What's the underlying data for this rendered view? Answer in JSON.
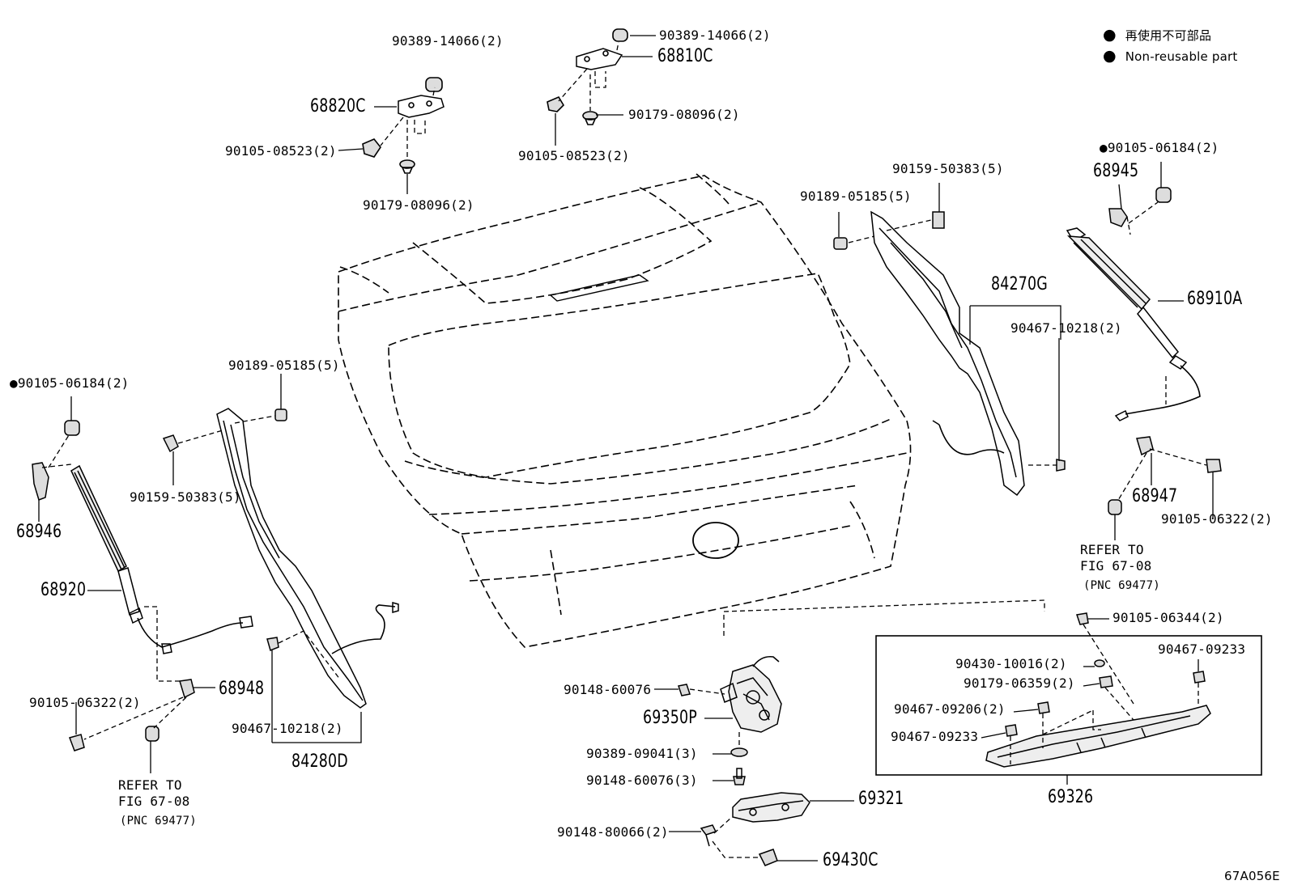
{
  "legend": {
    "symbol": "●",
    "line_jp": "再使用不可部品",
    "line_en": "Non-reusable part"
  },
  "figure_code": "67A056E",
  "callouts": {
    "p90389_14066_left": "90389-14066(2)",
    "p90389_14066_right": "90389-14066(2)",
    "p68810C": "68810C",
    "p68820C": "68820C",
    "p90179_08096_right": "90179-08096(2)",
    "p90105_08523_left": "90105-08523(2)",
    "p90105_08523_right": "90105-08523(2)",
    "p90179_08096_left": "90179-08096(2)",
    "p90159_50383_top": "90159-50383(5)",
    "p90189_05185_top": "90189-05185(5)",
    "p90105_06184_right": "●90105-06184(2)",
    "p68945": "68945",
    "p84270G": "84270G",
    "p68910A": "68910A",
    "p90467_10218_right": "90467-10218(2)",
    "p90189_05185_left": "90189-05185(5)",
    "p90105_06184_left": "●90105-06184(2)",
    "p90159_50383_left": "90159-50383(5)",
    "p68946": "68946",
    "p68947": "68947",
    "p90105_06322_right": "90105-06322(2)",
    "refer_right_1": "REFER TO",
    "refer_right_2": "FIG 67-08",
    "refer_right_3": "(PNC 69477)",
    "p68920": "68920",
    "p90105_06344": "90105-06344(2)",
    "p90430_10016": "90430-10016(2)",
    "p90467_09233_top": "90467-09233",
    "p90179_06359": "90179-06359(2)",
    "p90467_09206": "90467-09206(2)",
    "p90467_09233_mid": "90467-09233",
    "p68948": "68948",
    "p90105_06322_left": "90105-06322(2)",
    "p90148_60076": "90148-60076",
    "p69350P": "69350P",
    "p90467_10218_left": "90467-10218(2)",
    "p84280D": "84280D",
    "p90389_09041": "90389-09041(3)",
    "p90148_60076_3": "90148-60076(3)",
    "refer_left_1": "REFER TO",
    "refer_left_2": "FIG 67-08",
    "refer_left_3": "(PNC 69477)",
    "p69321": "69321",
    "p69326": "69326",
    "p90148_80066": "90148-80066(2)",
    "p69430C": "69430C"
  }
}
